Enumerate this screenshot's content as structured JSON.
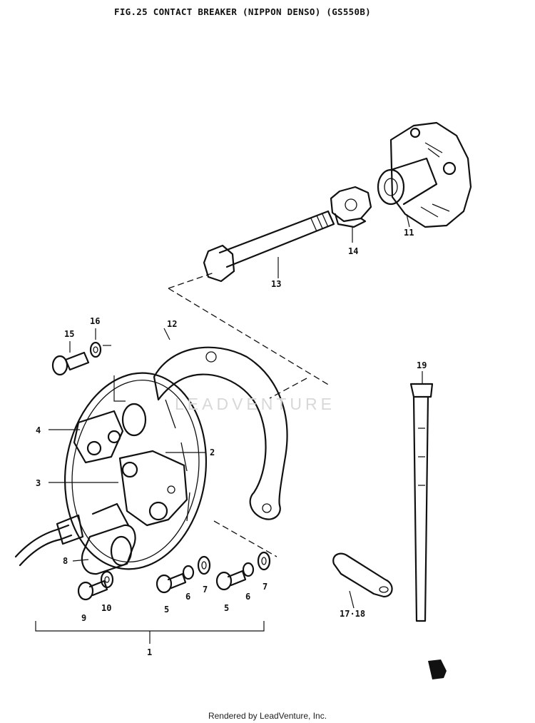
{
  "title": "FIG.25  CONTACT BREAKER (NIPPON DENSO) (GS550B)",
  "watermark": "LEADVENTURE",
  "footer": "Rendered by LeadVenture, Inc.",
  "callouts": {
    "c1": "1",
    "c2": "2",
    "c3": "3",
    "c4": "4",
    "c5a": "5",
    "c5b": "5",
    "c6a": "6",
    "c6b": "6",
    "c7a": "7",
    "c7b": "7",
    "c8": "8",
    "c9": "9",
    "c10": "10",
    "c11": "11",
    "c12": "12",
    "c13": "13",
    "c14": "14",
    "c15": "15",
    "c16": "16",
    "c17_18": "17·18",
    "c19": "19"
  }
}
